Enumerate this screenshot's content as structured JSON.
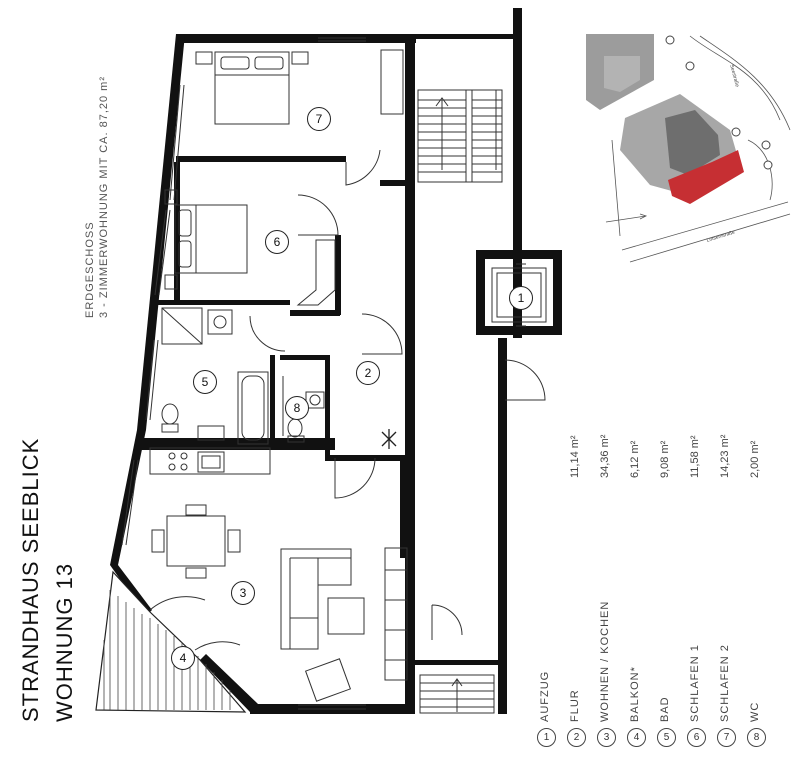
{
  "title": {
    "line1": "STRANDHAUS SEEBLICK",
    "line2": "WOHNUNG 13"
  },
  "subtitle": {
    "floor": "ERDGESCHOSS",
    "description": "3 - ZIMMERWOHNUNG MIT CA. 87,20 m²"
  },
  "legend": [
    {
      "num": "1",
      "label": "AUFZUG",
      "area": ""
    },
    {
      "num": "2",
      "label": "FLUR",
      "area": "11,14 m²"
    },
    {
      "num": "3",
      "label": "WOHNEN / KOCHEN",
      "area": "34,36 m²"
    },
    {
      "num": "4",
      "label": "BALKON*",
      "area": "6,12 m²"
    },
    {
      "num": "5",
      "label": "BAD",
      "area": "9,08 m²"
    },
    {
      "num": "6",
      "label": "SCHLAFEN 1",
      "area": "11,58 m²"
    },
    {
      "num": "7",
      "label": "SCHLAFEN 2",
      "area": "14,23 m²"
    },
    {
      "num": "8",
      "label": "WC",
      "area": "2,00 m²"
    }
  ],
  "room_markers": [
    "1",
    "2",
    "3",
    "4",
    "5",
    "6",
    "7",
    "8"
  ],
  "site_plan": {
    "street_top": "Seestraße",
    "street_bottom": "Lotsenstraße",
    "highlight_color": "#c62f33"
  },
  "colors": {
    "wall": "#111111",
    "line": "#333333",
    "site_gray": "#9c9c9c",
    "site_dark": "#6e6e6e"
  }
}
